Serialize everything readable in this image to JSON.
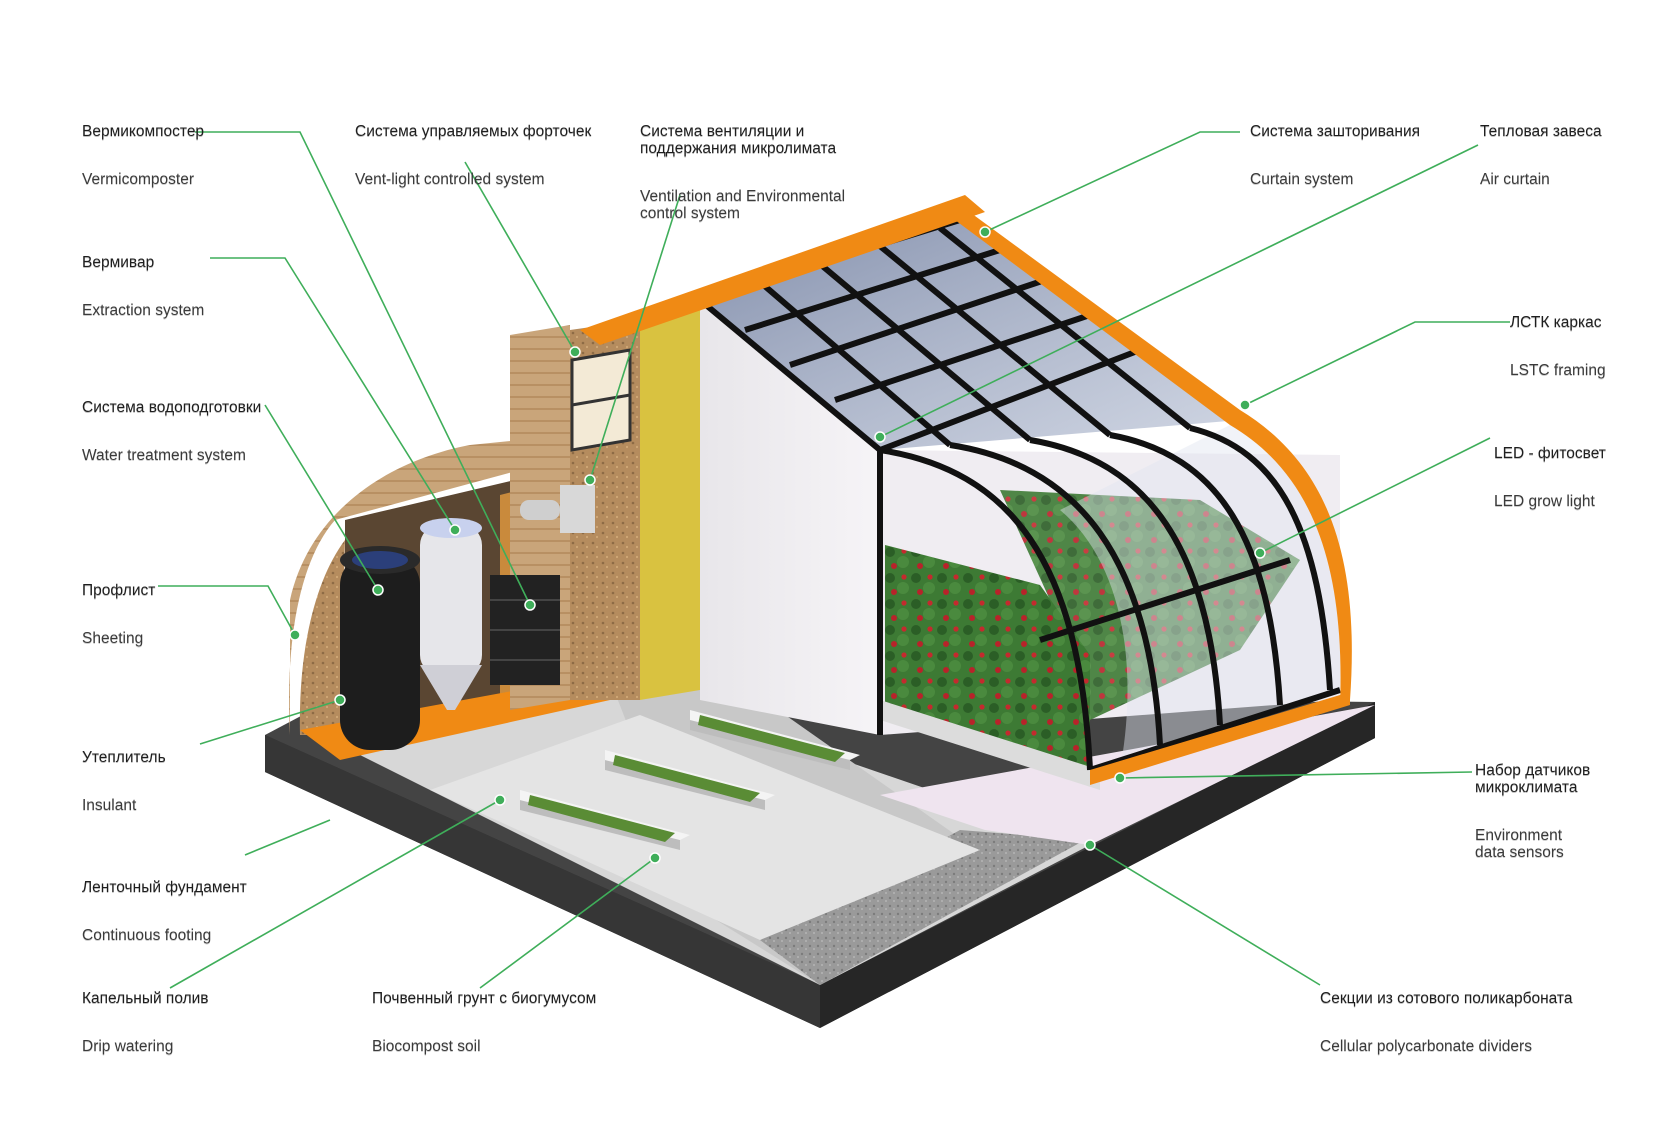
{
  "labels": {
    "vermicomposter": {
      "ru": "Вермикомпостер",
      "en": "Vermicomposter"
    },
    "extraction": {
      "ru": "Вермивар",
      "en": "Extraction system"
    },
    "water": {
      "ru": "Система водоподготовки",
      "en": "Water treatment system"
    },
    "sheeting": {
      "ru": "Профлист",
      "en": "Sheeting"
    },
    "insulant": {
      "ru": "Утеплитель",
      "en": "Insulant"
    },
    "footing": {
      "ru": "Ленточный фундамент",
      "en": "Continuous footing"
    },
    "drip": {
      "ru": "Капельный полив",
      "en": "Drip watering"
    },
    "soil": {
      "ru": "Почвенный грунт с биогумусом",
      "en": "Biocompost soil"
    },
    "ventlight": {
      "ru": "Система управляемых форточек",
      "en": "Vent-light controlled system"
    },
    "ventilation": {
      "ru": "Система вентиляции и\nподдержания микролимата",
      "en": "Ventilation and Environmental\ncontrol system"
    },
    "curtain": {
      "ru": "Система зашторивания",
      "en": "Curtain system"
    },
    "aircurtain": {
      "ru": "Тепловая завеса",
      "en": "Air curtain"
    },
    "lstc": {
      "ru": "ЛСТК каркас",
      "en": "LSTC framing"
    },
    "led": {
      "ru": "LED - фитосвет",
      "en": "LED grow light"
    },
    "sensors": {
      "ru": "Набор датчиков\nмикроклимата",
      "en": "Environment\ndata sensors"
    },
    "polycarbonate": {
      "ru": "Секции из сотового поликарбоната",
      "en": "Cellular polycarbonate dividers"
    }
  },
  "colors": {
    "leader_line": "#3fae5a",
    "frame_orange": "#f08a14",
    "foundation": "#3a3a3a",
    "plant_green": "#2e6b2a",
    "tomato_red": "#b8232a"
  }
}
